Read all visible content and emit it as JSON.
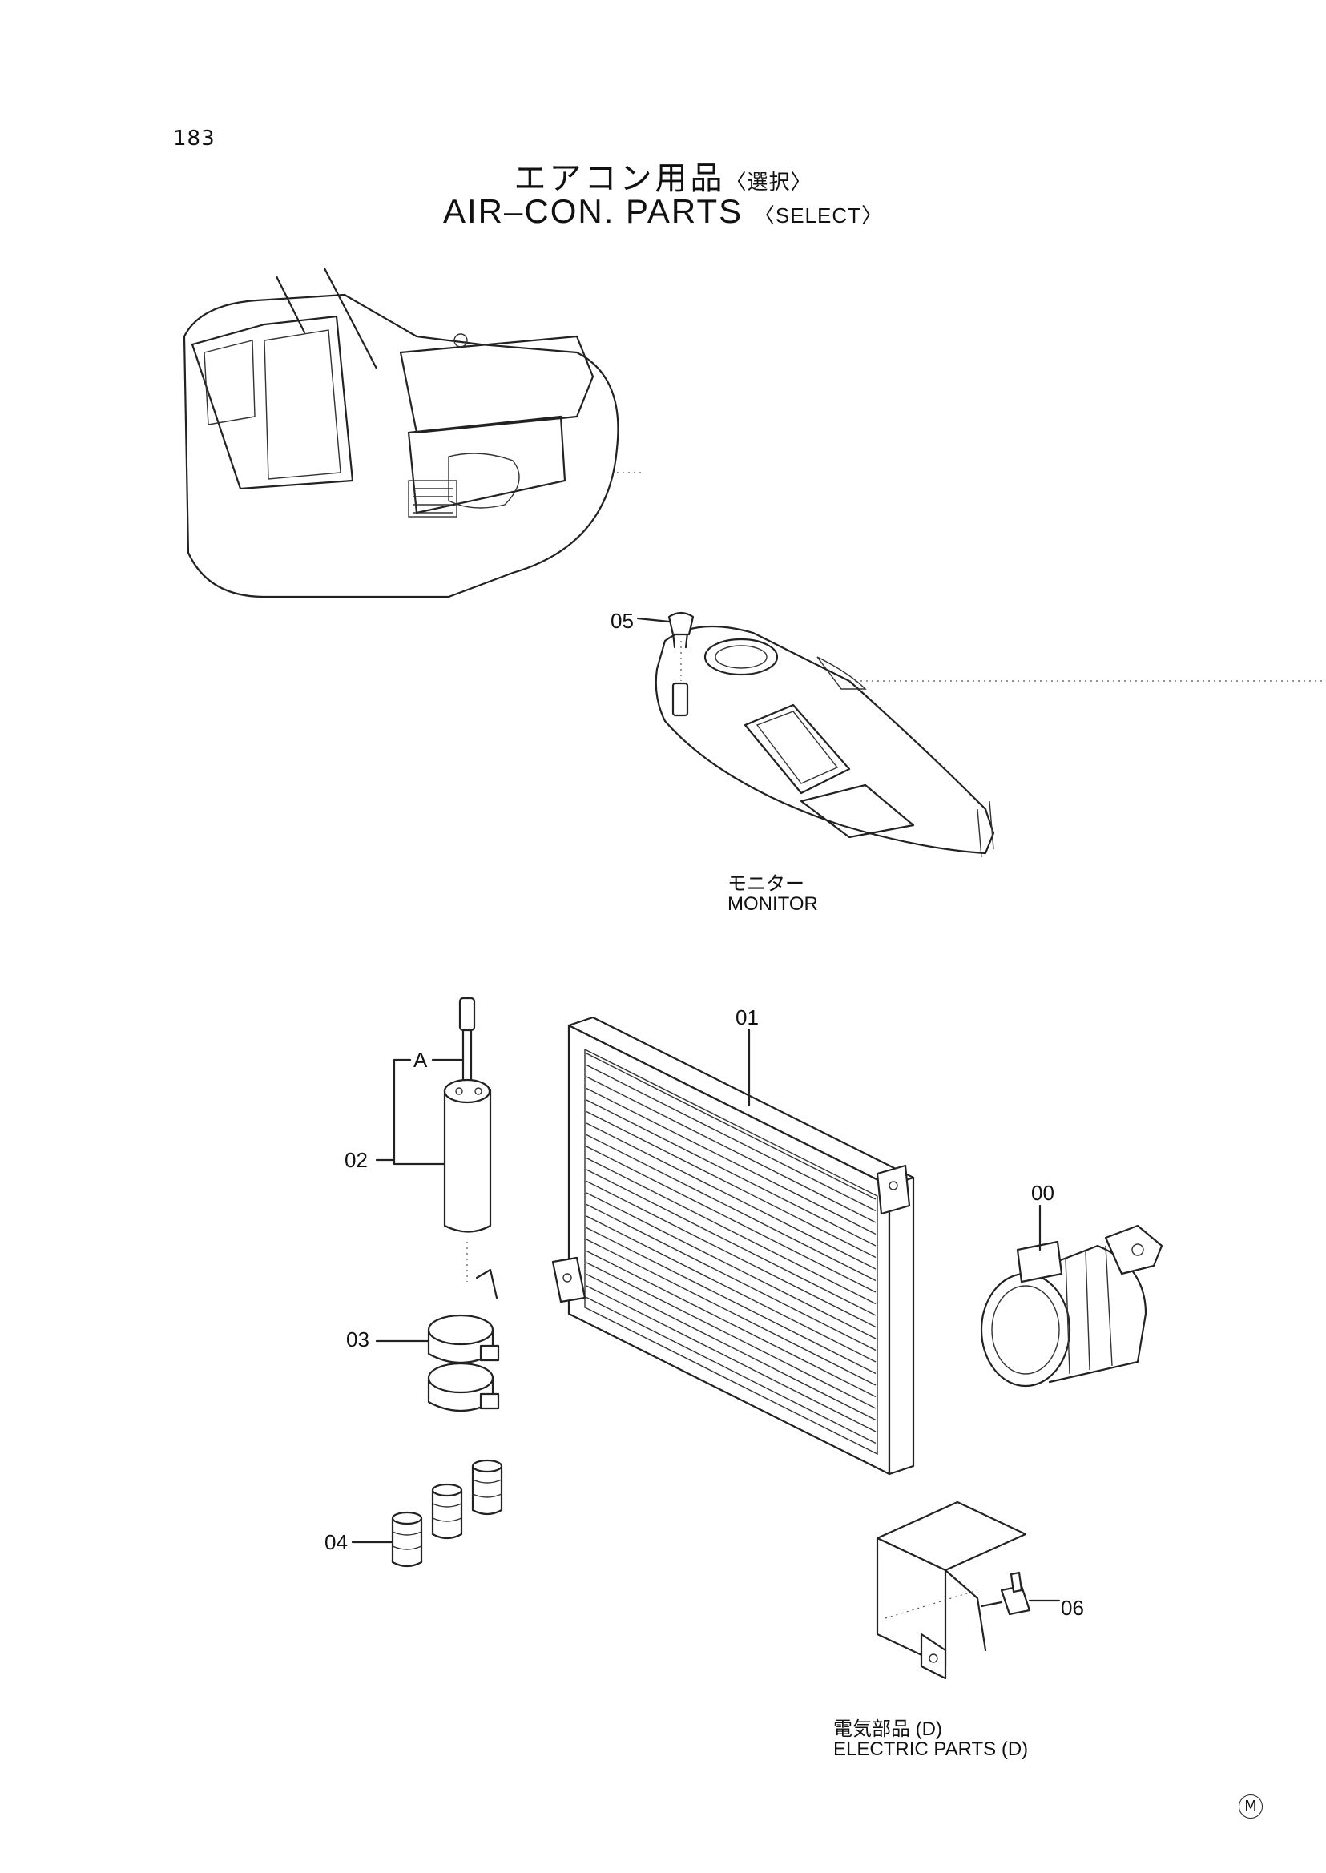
{
  "page_number": "183",
  "title": {
    "jp": "エアコン用品",
    "jp_suffix": "〈選択〉",
    "en": "AIR–CON. PARTS",
    "en_suffix": "〈SELECT〉"
  },
  "callouts": {
    "p00": "00",
    "p01": "01",
    "p02": "02",
    "p03": "03",
    "p04": "04",
    "p05": "05",
    "p06": "06",
    "ref_a": "A"
  },
  "labels": {
    "monitor_jp": "モニター",
    "monitor_en": "MONITOR",
    "electric_jp": "電気部品 (D)",
    "electric_en": "ELECTRIC PARTS (D)"
  },
  "mark": "M"
}
